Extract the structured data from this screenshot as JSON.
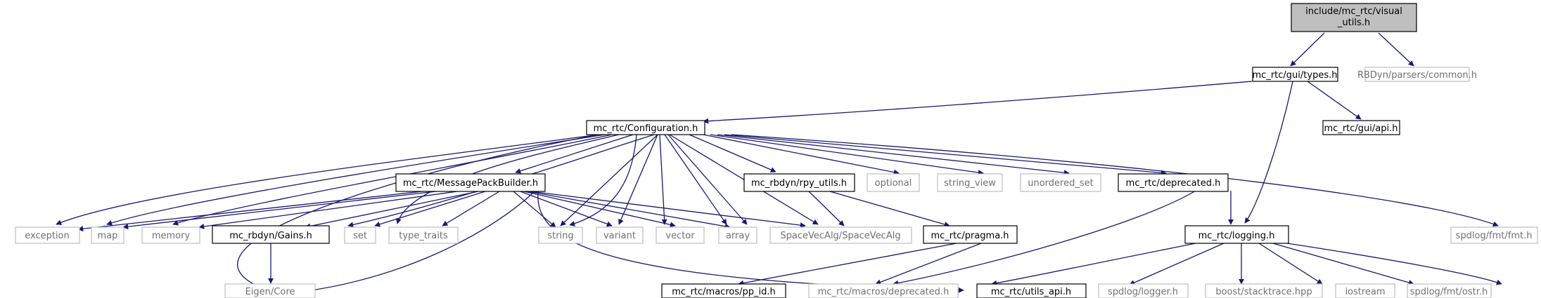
{
  "diagram": {
    "root": [
      "include/mc_rtc/visual",
      "_utils.h"
    ],
    "nodes": {
      "gui_types": "mc_rtc/gui/types.h",
      "rbdyn_common": "RBDyn/parsers/common.h",
      "configuration": "mc_rtc/Configuration.h",
      "gui_api": "mc_rtc/gui/api.h",
      "msgpack": "mc_rtc/MessagePackBuilder.h",
      "rpy_utils": "mc_rbdyn/rpy_utils.h",
      "optional": "optional",
      "string_view": "string_view",
      "unordered_set": "unordered_set",
      "deprecated": "mc_rtc/deprecated.h",
      "exception": "exception",
      "map": "map",
      "memory": "memory",
      "gains": "mc_rbdyn/Gains.h",
      "set": "set",
      "type_traits": "type_traits",
      "string": "string",
      "variant": "variant",
      "vector": "vector",
      "array": "array",
      "spacevecalg": "SpaceVecAlg/SpaceVecAlg",
      "pragma": "mc_rtc/pragma.h",
      "logging": "mc_rtc/logging.h",
      "eigen_core": "Eigen/Core",
      "pp_id": "mc_rtc/macros/pp_id.h",
      "macros_deprecated": "mc_rtc/macros/deprecated.h",
      "utils_api": "mc_rtc/utils_api.h",
      "spdlog_logger": "spdlog/logger.h",
      "boost_stacktrace": "boost/stacktrace.hpp",
      "iostream": "iostream",
      "spdlog_ostr": "spdlog/fmt/ostr.h",
      "spdlog_fmt": "spdlog/fmt/fmt.h"
    },
    "colors": {
      "edge": "#191970",
      "root_fill": "#bfbfbf",
      "internal_border": "#000000",
      "external_border": "#bfbfbf",
      "external_text": "#707070"
    }
  }
}
